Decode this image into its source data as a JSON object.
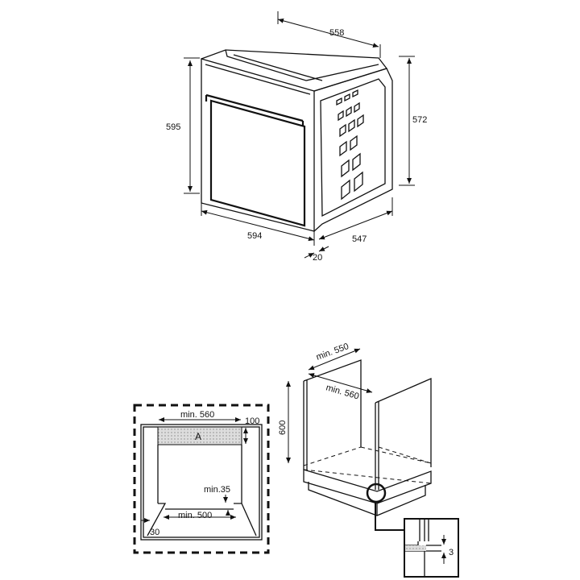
{
  "oven_dimensions": {
    "depth_total": "558",
    "height_front": "595",
    "height_body": "572",
    "width_front": "594",
    "depth_body": "547",
    "panel_thickness": "20"
  },
  "niche_front_view": {
    "width_min": "min. 560",
    "vent_height": "100",
    "vent_label": "A",
    "gap_min": "min.35",
    "bottom_opening_min": "min. 500",
    "side_offset": "30"
  },
  "cabinet_view": {
    "depth_min": "min. 550",
    "width_min": "min. 560",
    "height": "600",
    "detail_gap": "3"
  }
}
